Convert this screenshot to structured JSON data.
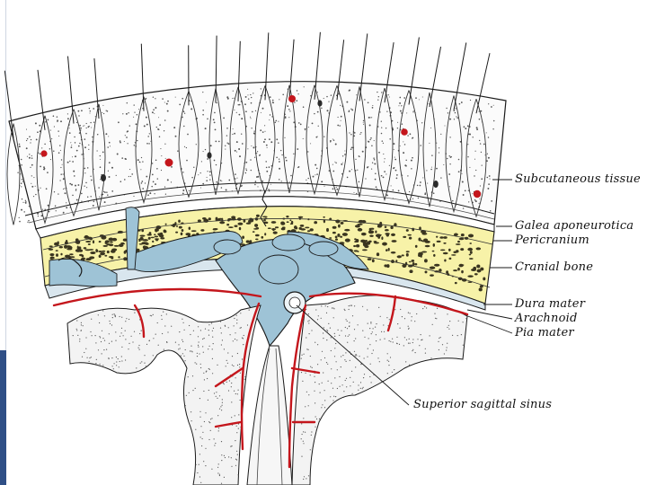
{
  "labels": {
    "subcutaneous": "Subcutaneous tissue",
    "galea": "Galea aponeurotica",
    "pericranium": "Pericranium",
    "cranial_bone": "Cranial bone",
    "dura": "Dura mater",
    "arachnoid": "Arachnoid",
    "pia": "Pia mater",
    "sinus": "Superior sagittal sinus"
  },
  "colors": {
    "bone_yellow": "#f7f2a8",
    "sinus_blue": "#9ec3d6",
    "vessel_red": "#c4161c",
    "ink": "#1a1a1a",
    "accent_strip": "#2f4f86"
  }
}
